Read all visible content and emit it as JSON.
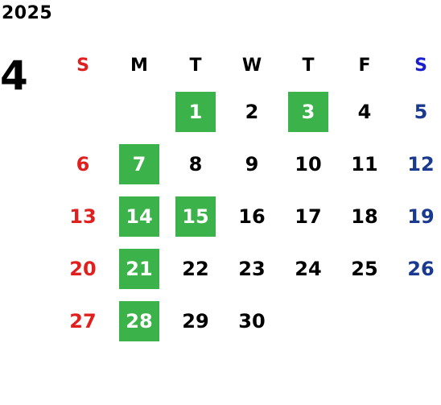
{
  "calendar": {
    "year": "2025",
    "month": "4",
    "colors": {
      "sunday": "#e0201e",
      "saturday": "#1a3a8f",
      "saturday_header": "#1b1fd0",
      "holiday_bg": "#3cb34a",
      "holiday_text": "#ffffff",
      "weekday": "#000000"
    },
    "weekdays": [
      "S",
      "M",
      "T",
      "W",
      "T",
      "F",
      "S"
    ],
    "weeks": [
      [
        {
          "d": ""
        },
        {
          "d": ""
        },
        {
          "d": "1",
          "h": true
        },
        {
          "d": "2"
        },
        {
          "d": "3",
          "h": true
        },
        {
          "d": "4"
        },
        {
          "d": "5"
        }
      ],
      [
        {
          "d": "6"
        },
        {
          "d": "7",
          "h": true
        },
        {
          "d": "8"
        },
        {
          "d": "9"
        },
        {
          "d": "10"
        },
        {
          "d": "11"
        },
        {
          "d": "12"
        }
      ],
      [
        {
          "d": "13"
        },
        {
          "d": "14",
          "h": true
        },
        {
          "d": "15",
          "h": true
        },
        {
          "d": "16"
        },
        {
          "d": "17"
        },
        {
          "d": "18"
        },
        {
          "d": "19"
        }
      ],
      [
        {
          "d": "20"
        },
        {
          "d": "21",
          "h": true
        },
        {
          "d": "22"
        },
        {
          "d": "23"
        },
        {
          "d": "24"
        },
        {
          "d": "25"
        },
        {
          "d": "26"
        }
      ],
      [
        {
          "d": "27"
        },
        {
          "d": "28",
          "h": true
        },
        {
          "d": "29"
        },
        {
          "d": "30"
        },
        {
          "d": ""
        },
        {
          "d": ""
        },
        {
          "d": ""
        }
      ]
    ]
  }
}
